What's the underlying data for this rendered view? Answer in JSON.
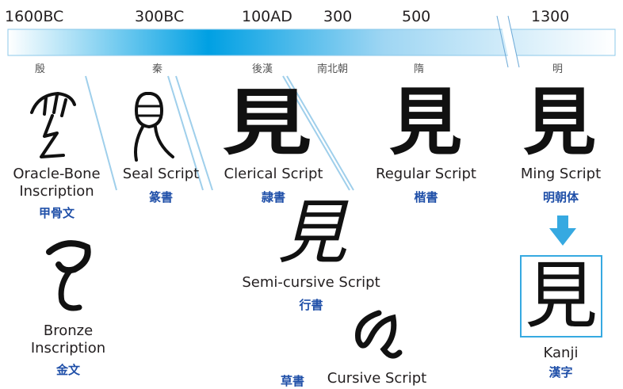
{
  "timeline": {
    "years": [
      "1600BC",
      "300BC",
      "100AD",
      "300",
      "500",
      "1300"
    ],
    "eras": [
      "殷",
      "秦",
      "後漢",
      "南北朝",
      "隋",
      "明"
    ],
    "colors": {
      "start": "#ffffff",
      "peak": "#00a0e3",
      "end": "#ffffff"
    }
  },
  "scripts": {
    "oracle": {
      "name_1": "Oracle-Bone",
      "name_2": "Inscription",
      "jp": "甲骨文"
    },
    "seal": {
      "name": "Seal Script",
      "jp": "篆書"
    },
    "clerical": {
      "name": "Clerical Script",
      "jp": "隷書"
    },
    "regular": {
      "name": "Regular Script",
      "jp": "楷書"
    },
    "ming": {
      "name": "Ming Script",
      "jp": "明朝体"
    },
    "bronze": {
      "name_1": "Bronze",
      "name_2": "Inscription",
      "jp": "金文"
    },
    "semicursive": {
      "name": "Semi-cursive Script",
      "jp": "行書"
    },
    "cursive": {
      "name": "Cursive Script",
      "jp": "草書"
    },
    "kanji": {
      "name": "Kanji",
      "jp": "漢字",
      "glyph": "見"
    }
  },
  "accent": "#36a9e1"
}
